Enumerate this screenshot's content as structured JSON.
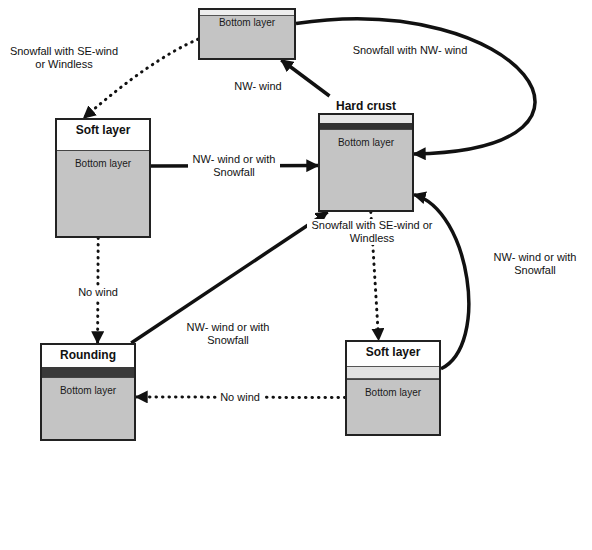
{
  "diagram": {
    "nodes": [
      {
        "text": [
          "Bottom layer"
        ]
      },
      {
        "text": [
          "Soft layer"
        ]
      },
      {
        "text": [
          "Bottom layer"
        ],
        "in": 1
      },
      {
        "text": [
          "Hard crust"
        ]
      },
      {
        "text": [
          "Bottom layer"
        ],
        "in": 3
      },
      {
        "text": [
          "Rounding"
        ]
      },
      {
        "text": [
          "Bottom layer"
        ],
        "in": 5
      },
      {
        "text": [
          "Soft layer"
        ]
      },
      {
        "text": [
          "Bottom layer"
        ],
        "in": 7
      }
    ],
    "edges": [
      {
        "from": 3,
        "to": 0,
        "label": "NW- wind",
        "arrow": "to"
      },
      {
        "from": 0,
        "to": 3,
        "label": "Snowfall with NW- wind",
        "arrow": "to"
      },
      {
        "from": 0,
        "to": 1,
        "label": "Snowfall with SE-wind or Windless",
        "arrow": "to"
      },
      {
        "from": 1,
        "to": 3,
        "label": "NW- wind or with Snowfall",
        "arrow": "to"
      },
      {
        "from": 1,
        "to": 5,
        "label": "No wind",
        "arrow": "to"
      },
      {
        "from": 5,
        "to": 3,
        "label": "NW- wind or with Snowfall",
        "arrow": "to"
      },
      {
        "from": 3,
        "to": 7,
        "label": "Snowfall with SE-wind or Windless",
        "arrow": "to"
      },
      {
        "from": 7,
        "to": 3,
        "label": "NW- wind or with Snowfall",
        "arrow": "to"
      },
      {
        "from": 7,
        "to": 5,
        "label": "No wind",
        "arrow": "to"
      }
    ]
  }
}
